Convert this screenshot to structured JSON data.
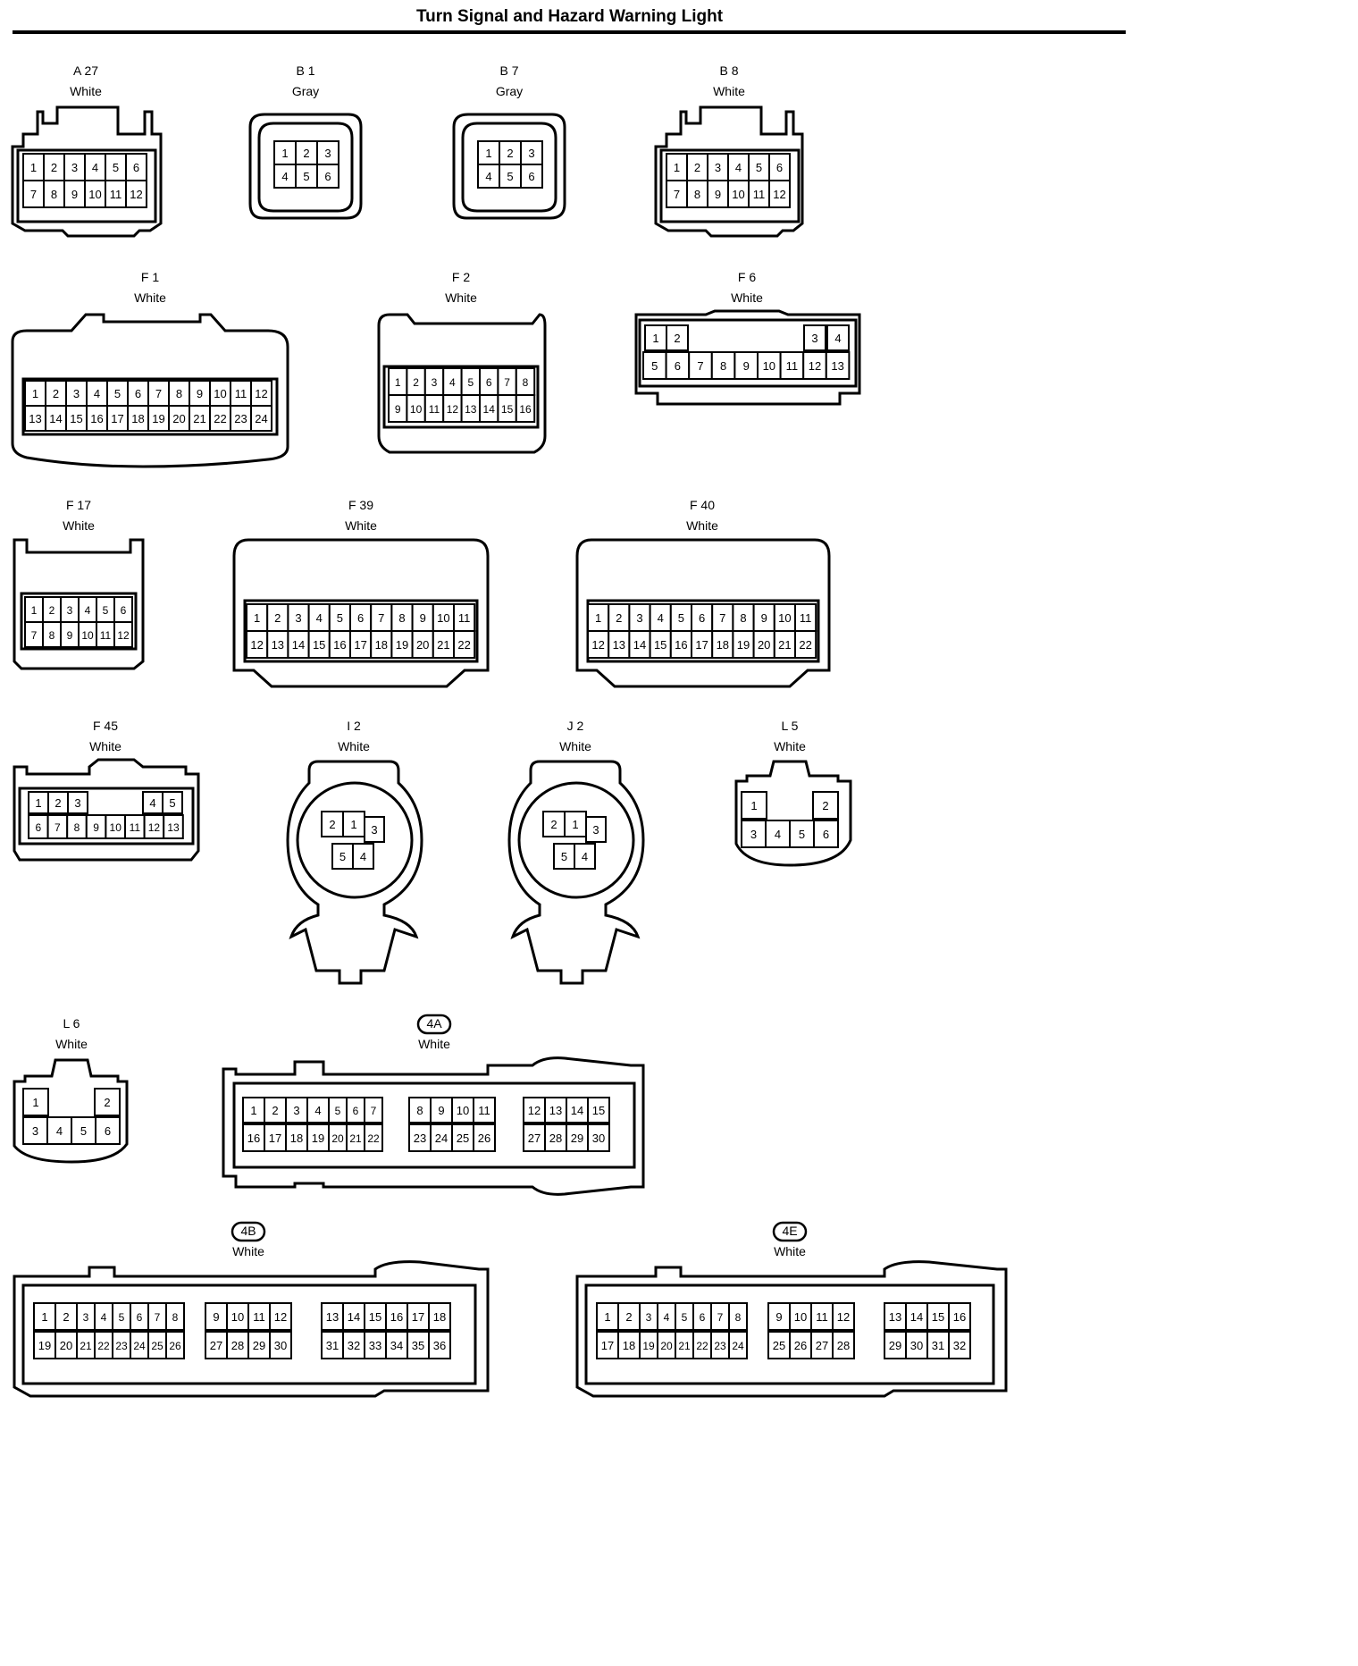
{
  "title": "Turn Signal and Hazard Warning Light",
  "connectors": [
    {
      "id": "A 27",
      "color": "White",
      "rows": [
        [
          "1",
          "2",
          "3",
          "4",
          "5",
          "6"
        ],
        [
          "7",
          "8",
          "9",
          "10",
          "11",
          "12"
        ]
      ]
    },
    {
      "id": "B 1",
      "color": "Gray",
      "rows": [
        [
          "1",
          "2",
          "3"
        ],
        [
          "4",
          "5",
          "6"
        ]
      ]
    },
    {
      "id": "B 7",
      "color": "Gray",
      "rows": [
        [
          "1",
          "2",
          "3"
        ],
        [
          "4",
          "5",
          "6"
        ]
      ]
    },
    {
      "id": "B 8",
      "color": "White",
      "rows": [
        [
          "1",
          "2",
          "3",
          "4",
          "5",
          "6"
        ],
        [
          "7",
          "8",
          "9",
          "10",
          "11",
          "12"
        ]
      ]
    },
    {
      "id": "F 1",
      "color": "White",
      "rows": [
        [
          "1",
          "2",
          "3",
          "4",
          "5",
          "6",
          "7",
          "8",
          "9",
          "10",
          "11",
          "12"
        ],
        [
          "13",
          "14",
          "15",
          "16",
          "17",
          "18",
          "19",
          "20",
          "21",
          "22",
          "23",
          "24"
        ]
      ]
    },
    {
      "id": "F 2",
      "color": "White",
      "rows": [
        [
          "1",
          "2",
          "3",
          "4",
          "5",
          "6",
          "7",
          "8"
        ],
        [
          "9",
          "10",
          "11",
          "12",
          "13",
          "14",
          "15",
          "16"
        ]
      ]
    },
    {
      "id": "F 6",
      "color": "White",
      "rows": [
        [
          "1",
          "2",
          "3",
          "4"
        ],
        [
          "5",
          "6",
          "7",
          "8",
          "9",
          "10",
          "11",
          "12",
          "13"
        ]
      ]
    },
    {
      "id": "F 17",
      "color": "White",
      "rows": [
        [
          "1",
          "2",
          "3",
          "4",
          "5",
          "6"
        ],
        [
          "7",
          "8",
          "9",
          "10",
          "11",
          "12"
        ]
      ]
    },
    {
      "id": "F 39",
      "color": "White",
      "rows": [
        [
          "1",
          "2",
          "3",
          "4",
          "5",
          "6",
          "7",
          "8",
          "9",
          "10",
          "11"
        ],
        [
          "12",
          "13",
          "14",
          "15",
          "16",
          "17",
          "18",
          "19",
          "20",
          "21",
          "22"
        ]
      ]
    },
    {
      "id": "F 40",
      "color": "White",
      "rows": [
        [
          "1",
          "2",
          "3",
          "4",
          "5",
          "6",
          "7",
          "8",
          "9",
          "10",
          "11"
        ],
        [
          "12",
          "13",
          "14",
          "15",
          "16",
          "17",
          "18",
          "19",
          "20",
          "21",
          "22"
        ]
      ]
    },
    {
      "id": "F 45",
      "color": "White",
      "rows": [
        [
          "1",
          "2",
          "3",
          "4",
          "5"
        ],
        [
          "6",
          "7",
          "8",
          "9",
          "10",
          "11",
          "12",
          "13"
        ]
      ]
    },
    {
      "id": "I 2",
      "color": "White",
      "rows": [
        [
          "2",
          "1",
          "3"
        ],
        [
          "5",
          "4"
        ]
      ]
    },
    {
      "id": "J 2",
      "color": "White",
      "rows": [
        [
          "2",
          "1",
          "3"
        ],
        [
          "5",
          "4"
        ]
      ]
    },
    {
      "id": "L 5",
      "color": "White",
      "rows": [
        [
          "1",
          "2"
        ],
        [
          "3",
          "4",
          "5",
          "6"
        ]
      ]
    },
    {
      "id": "L 6",
      "color": "White",
      "rows": [
        [
          "1",
          "2"
        ],
        [
          "3",
          "4",
          "5",
          "6"
        ]
      ]
    },
    {
      "id": "4A",
      "color": "White",
      "rows": [
        [
          "1",
          "2",
          "3",
          "4",
          "5",
          "6",
          "7",
          "8",
          "9",
          "10",
          "11",
          "12",
          "13",
          "14",
          "15"
        ],
        [
          "16",
          "17",
          "18",
          "19",
          "20",
          "21",
          "22",
          "23",
          "24",
          "25",
          "26",
          "27",
          "28",
          "29",
          "30"
        ]
      ]
    },
    {
      "id": "4B",
      "color": "White",
      "rows": [
        [
          "1",
          "2",
          "3",
          "4",
          "5",
          "6",
          "7",
          "8",
          "9",
          "10",
          "11",
          "12",
          "13",
          "14",
          "15",
          "16",
          "17",
          "18"
        ],
        [
          "19",
          "20",
          "21",
          "22",
          "23",
          "24",
          "25",
          "26",
          "27",
          "28",
          "29",
          "30",
          "31",
          "32",
          "33",
          "34",
          "35",
          "36"
        ]
      ]
    },
    {
      "id": "4E",
      "color": "White",
      "rows": [
        [
          "1",
          "2",
          "3",
          "4",
          "5",
          "6",
          "7",
          "8",
          "9",
          "10",
          "11",
          "12",
          "13",
          "14",
          "15",
          "16"
        ],
        [
          "17",
          "18",
          "19",
          "20",
          "21",
          "22",
          "23",
          "24",
          "25",
          "26",
          "27",
          "28",
          "29",
          "30",
          "31",
          "32"
        ]
      ]
    }
  ]
}
